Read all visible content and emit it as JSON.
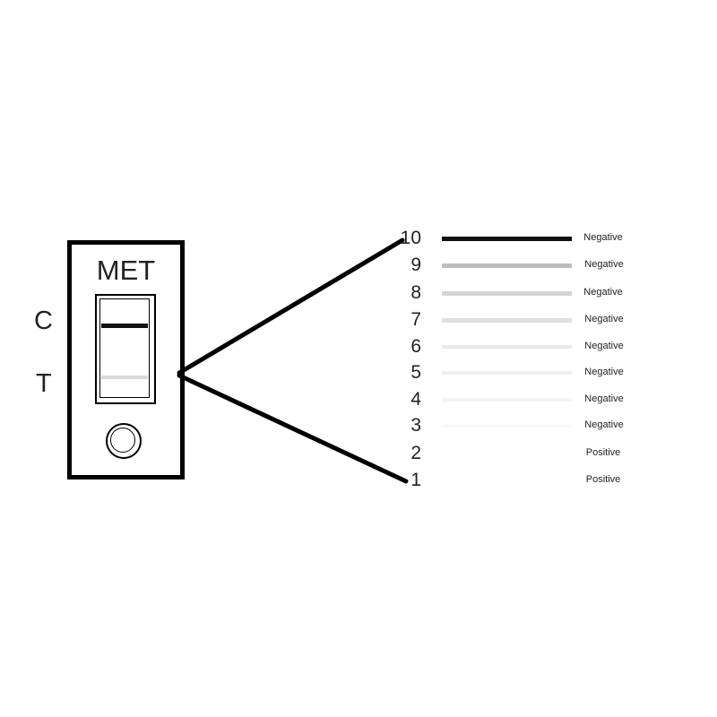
{
  "cassette": {
    "brand": "MET",
    "control_label": "C",
    "test_label": "T",
    "control_band_color": "#111111",
    "test_band_color": "#d9d9d9"
  },
  "scale": [
    {
      "level": "10",
      "result": "Negative",
      "color": "#111111"
    },
    {
      "level": "9",
      "result": "Negative",
      "color": "#bdbdbd"
    },
    {
      "level": "8",
      "result": "Negative",
      "color": "#d4d4d4"
    },
    {
      "level": "7",
      "result": "Negative",
      "color": "#e0e0e0"
    },
    {
      "level": "6",
      "result": "Negative",
      "color": "#e9e9e9"
    },
    {
      "level": "5",
      "result": "Negative",
      "color": "#f0f0f0"
    },
    {
      "level": "4",
      "result": "Negative",
      "color": "#f4f4f4"
    },
    {
      "level": "3",
      "result": "Negative",
      "color": "#f7f7f7"
    },
    {
      "level": "2",
      "result": "Positive",
      "color": "#ffffff"
    },
    {
      "level": "1",
      "result": "Positive",
      "color": "#ffffff"
    }
  ]
}
